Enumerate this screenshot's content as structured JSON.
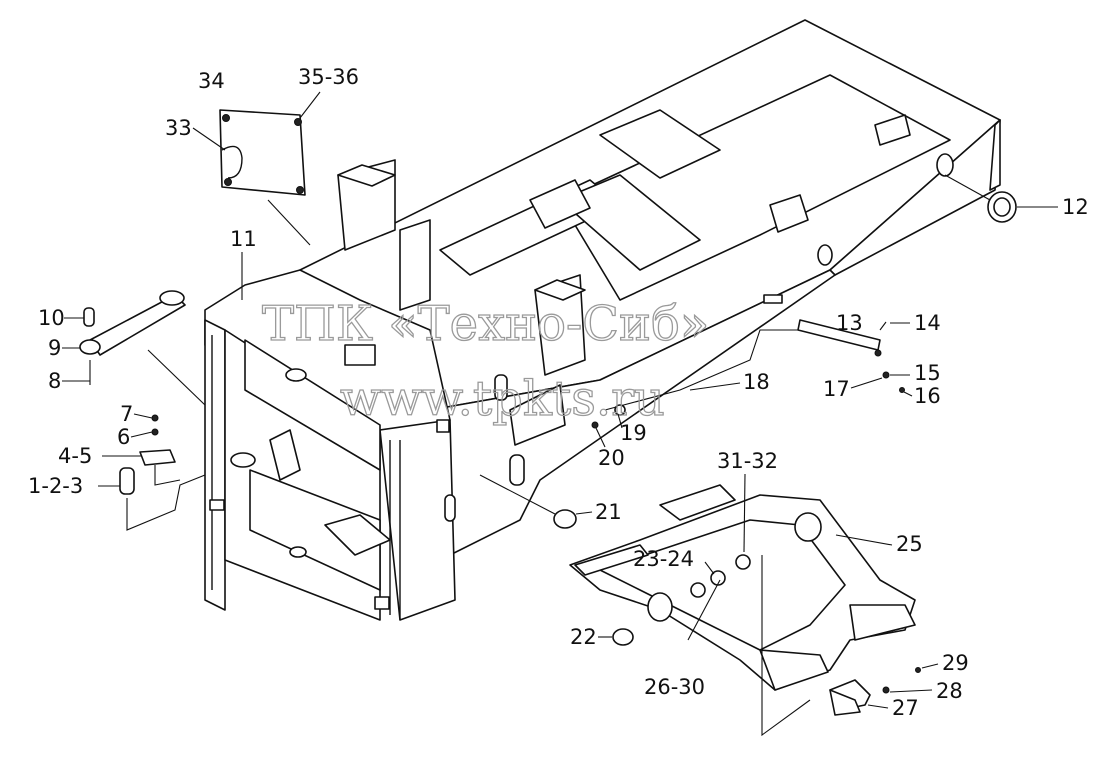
{
  "watermark": {
    "line1": "ТПК «Техно-Сиб»",
    "line2": "www.tpkts.ru"
  },
  "labels": {
    "l34": "34",
    "l35_36": "35-36",
    "l33": "33",
    "l11": "11",
    "l10": "10",
    "l9": "9",
    "l8": "8",
    "l7": "7",
    "l6": "6",
    "l4_5": "4-5",
    "l1_2_3": "1-2-3",
    "l12": "12",
    "l13": "13",
    "l14": "14",
    "l15": "15",
    "l17": "17",
    "l16": "16",
    "l18": "18",
    "l19": "19",
    "l20": "20",
    "l21": "21",
    "l31_32": "31-32",
    "l25": "25",
    "l23_24": "23-24",
    "l22": "22",
    "l26_30": "26-30",
    "l29": "29",
    "l28": "28",
    "l27": "27"
  }
}
